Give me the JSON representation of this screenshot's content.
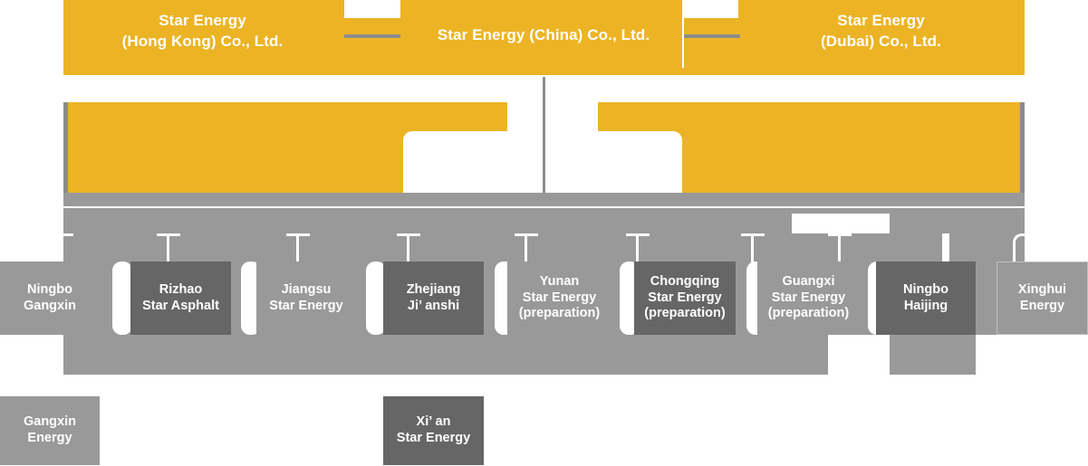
{
  "colors": {
    "parent_fill": "#ECB424",
    "band_fill": "#999999",
    "node_light": "#999999",
    "node_dark": "#666666",
    "connector": "#8c8c8c",
    "text": "#ffffff"
  },
  "top_level": [
    {
      "id": "hong-kong",
      "label": "Star Energy\n(Hong Kong) Co., Ltd."
    },
    {
      "id": "china",
      "label": "Star Energy (China) Co., Ltd."
    },
    {
      "id": "dubai",
      "label": "Star Energy\n(Dubai) Co., Ltd."
    }
  ],
  "subsidiaries": [
    {
      "id": "ningbo-gangxin",
      "label": "Ningbo\nGangxin",
      "style": "light"
    },
    {
      "id": "rizhao-star-asphalt",
      "label": "Rizhao\nStar Asphalt",
      "style": "dark"
    },
    {
      "id": "jiangsu-star-energy",
      "label": "Jiangsu\nStar Energy",
      "style": "light"
    },
    {
      "id": "zhejiang-jianshi",
      "label": "Zhejiang\nJi’ anshi",
      "style": "dark"
    },
    {
      "id": "yunan-star-energy",
      "label": "Yunan\nStar Energy\n(preparation)",
      "style": "light"
    },
    {
      "id": "chongqing-star-energy",
      "label": "Chongqing\nStar Energy\n(preparation)",
      "style": "dark"
    },
    {
      "id": "guangxi-star-energy",
      "label": "Guangxi\nStar Energy\n(preparation)",
      "style": "light"
    },
    {
      "id": "ningbo-haijing",
      "label": "Ningbo\nHaijing",
      "style": "dark"
    },
    {
      "id": "xinghui-energy",
      "label": "Xinghui\nEnergy",
      "style": "outlined"
    }
  ],
  "third_level": [
    {
      "id": "gangxin-energy",
      "label": "Gangxin\nEnergy",
      "style": "light"
    },
    {
      "id": "xian-star-energy",
      "label": "Xi’ an\nStar Energy",
      "style": "dark"
    }
  ]
}
